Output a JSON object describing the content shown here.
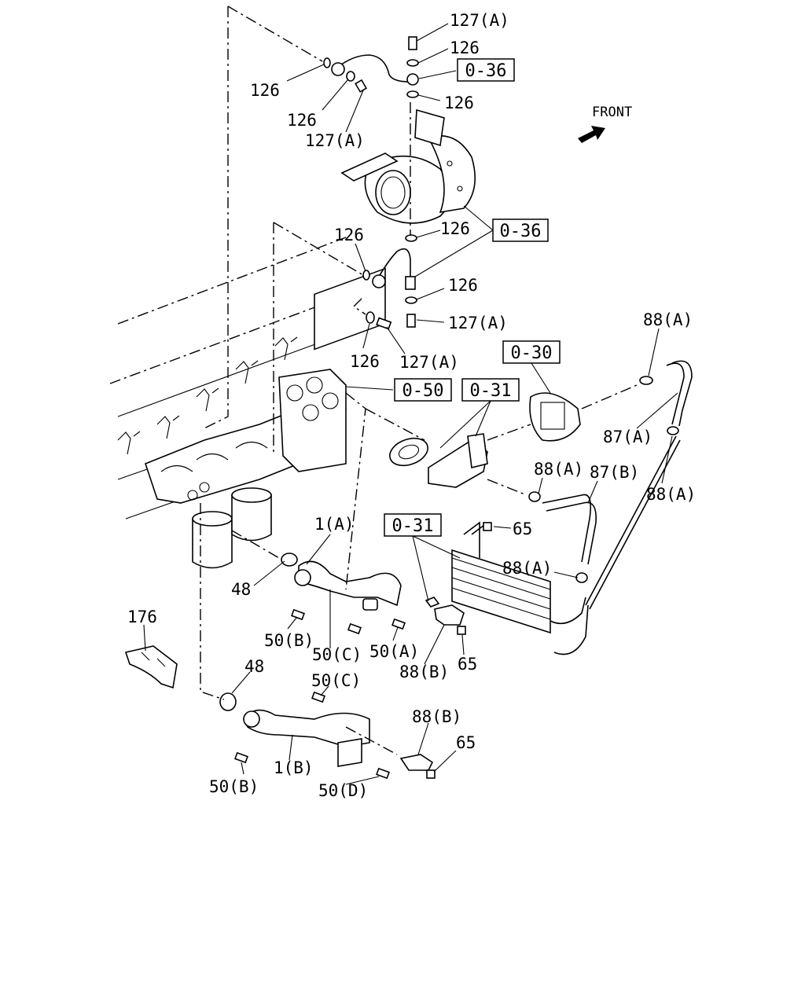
{
  "front_indicator": "FRONT",
  "ref_boxes": {
    "o36_top": "0-36",
    "o36_mid": "0-36",
    "o30": "0-30",
    "o50": "0-50",
    "o31_right": "0-31",
    "o31_left": "0-31"
  },
  "callouts": [
    "127(A)",
    "126",
    "126",
    "126",
    "126",
    "127(A)",
    "126",
    "126",
    "126",
    "127(A)",
    "126",
    "127(A)",
    "88(A)",
    "87(A)",
    "88(A)",
    "88(A)",
    "87(B)",
    "88(A)",
    "1(A)",
    "65",
    "48",
    "50(B)",
    "50(C)",
    "50(A)",
    "88(B)",
    "65",
    "176",
    "48",
    "50(C)",
    "88(B)",
    "65",
    "1(B)",
    "50(B)",
    "50(D)"
  ]
}
